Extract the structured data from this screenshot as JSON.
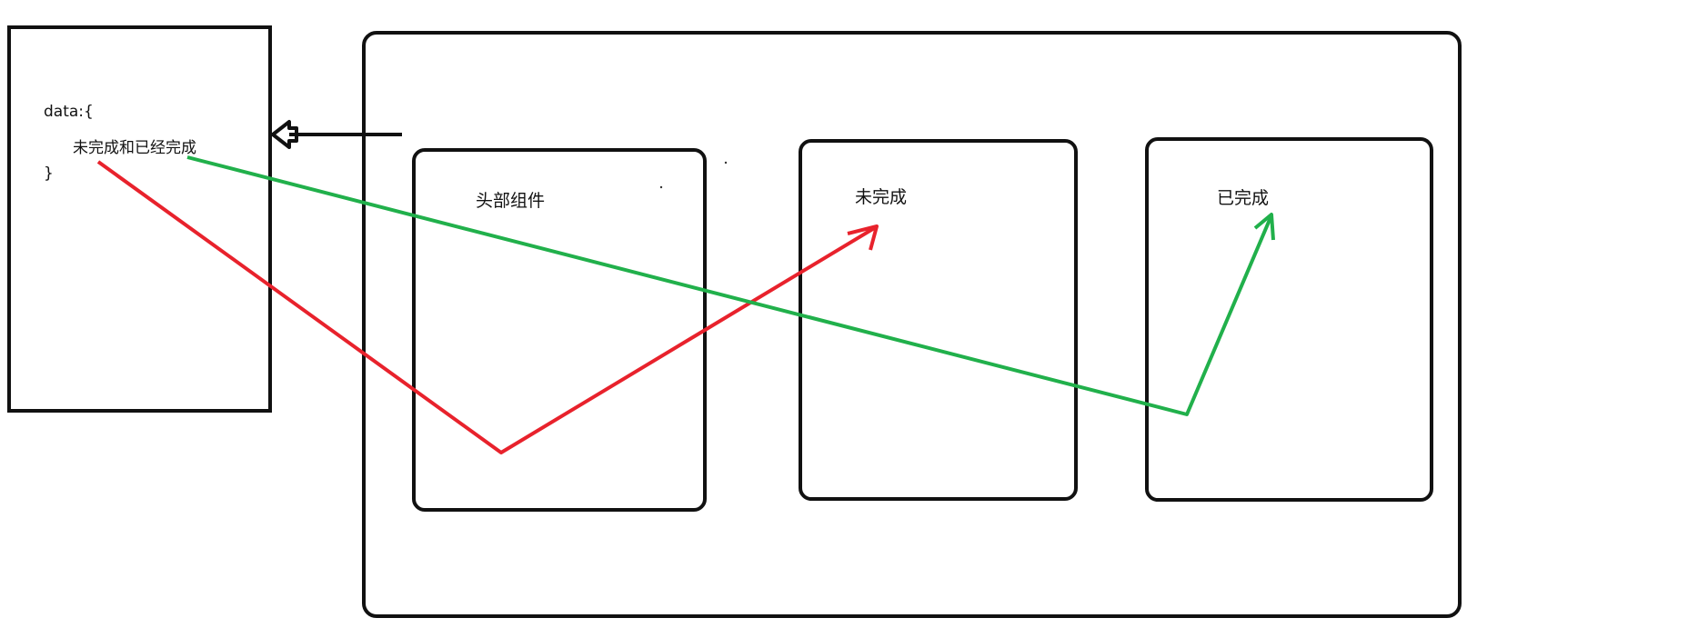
{
  "data_box": {
    "line1": "data:{",
    "line2": "未完成和已经完成",
    "line3": "}"
  },
  "components": {
    "header": "头部组件",
    "incomplete": "未完成",
    "complete": "已完成"
  },
  "colors": {
    "outline": "#111111",
    "red_flow": "#e8222c",
    "green_flow": "#21b04b"
  }
}
